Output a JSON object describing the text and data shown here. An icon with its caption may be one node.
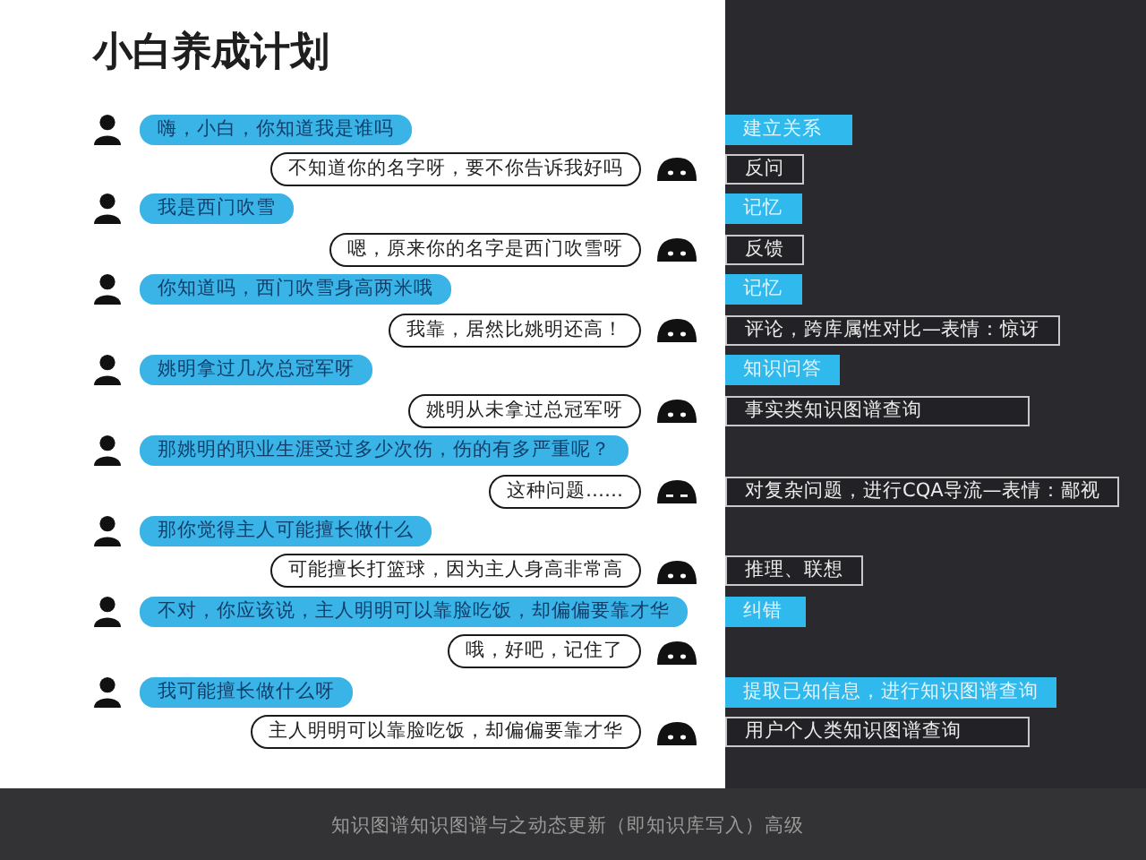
{
  "diagram": {
    "title": "小白养成计划",
    "caption": "知识图谱知识图谱与之动态更新（即知识库写入）高级",
    "nodes": [
      {
        "text": [
          "嗨，小白，你知道我是谁吗"
        ]
      },
      {
        "text": [
          "建立关系"
        ]
      },
      {
        "text": [
          "不知道你的名字呀，要不你告诉我好吗"
        ]
      },
      {
        "text": [
          "反问"
        ]
      },
      {
        "text": [
          "我是西门吹雪"
        ]
      },
      {
        "text": [
          "记忆"
        ]
      },
      {
        "text": [
          "嗯，原来你的名字是西门吹雪呀"
        ]
      },
      {
        "text": [
          "反馈"
        ]
      },
      {
        "text": [
          "你知道吗，西门吹雪身高两米哦"
        ]
      },
      {
        "text": [
          "记忆"
        ]
      },
      {
        "text": [
          "我靠，居然比姚明还高！"
        ]
      },
      {
        "text": [
          "评论，跨库属性对比—表情：惊讶"
        ]
      },
      {
        "text": [
          "姚明拿过几次总冠军呀"
        ]
      },
      {
        "text": [
          "知识问答"
        ]
      },
      {
        "text": [
          "姚明从未拿过总冠军呀"
        ]
      },
      {
        "text": [
          "事实类知识图谱查询"
        ]
      },
      {
        "text": [
          "那姚明的职业生涯受过多少次伤，伤的有多严重呢？"
        ]
      },
      {
        "text": [
          "这种问题……"
        ]
      },
      {
        "text": [
          "对复杂问题，进行CQA导流—表情：鄙视"
        ]
      },
      {
        "text": [
          "那你觉得主人可能擅长做什么"
        ]
      },
      {
        "text": [
          "可能擅长打篮球，因为主人身高非常高"
        ]
      },
      {
        "text": [
          "推理、联想"
        ]
      },
      {
        "text": [
          "不对，你应该说，主人明明可以靠脸吃饭，却偏偏要靠才华"
        ]
      },
      {
        "text": [
          "纠错"
        ]
      },
      {
        "text": [
          "哦，好吧，记住了"
        ]
      },
      {
        "text": [
          "我可能擅长做什么呀"
        ]
      },
      {
        "text": [
          "提取已知信息，进行知识图谱查询"
        ]
      },
      {
        "text": [
          "主人明明可以靠脸吃饭，却偏偏要靠才华"
        ]
      },
      {
        "text": [
          "用户个人类知识图谱查询"
        ]
      }
    ]
  }
}
